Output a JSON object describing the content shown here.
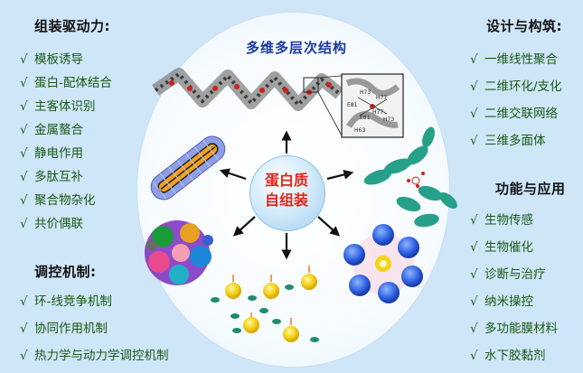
{
  "left_panel": {
    "driving_forces": {
      "heading": "组装驱动力:",
      "items": [
        "模板诱导",
        "蛋白-配体结合",
        "主客体识别",
        "金属螯合",
        "静电作用",
        "多肽互补",
        "聚合物杂化",
        "共价偶联"
      ]
    },
    "regulation": {
      "heading": "调控机制:",
      "items": [
        "环-线竞争机制",
        "协同作用机制",
        "热力学与动力学调控机制"
      ]
    }
  },
  "right_panel": {
    "design": {
      "heading": "设计与构筑:",
      "items": [
        "一维线性聚合",
        "二维环化/支化",
        "二维交联网络",
        "三维多面体"
      ]
    },
    "function": {
      "heading": "功能与应用",
      "items": [
        "生物传感",
        "生物催化",
        "诊断与治疗",
        "纳米操控",
        "多功能膜材料",
        "水下胶黏剂"
      ]
    }
  },
  "center": {
    "title": "多维多层次结构",
    "core_line1": "蛋白质",
    "core_line2": "自组装",
    "check_mark": "√"
  },
  "inset_labels": [
    "H73",
    "H77",
    "E81",
    "H77",
    "H73",
    "E81",
    "H63"
  ],
  "colors": {
    "background": "#cfe6f8",
    "circle": "#ffffff",
    "title_blue": "#1b3aa3",
    "core_red": "#e0261c",
    "item_green": "#1a5a14"
  }
}
